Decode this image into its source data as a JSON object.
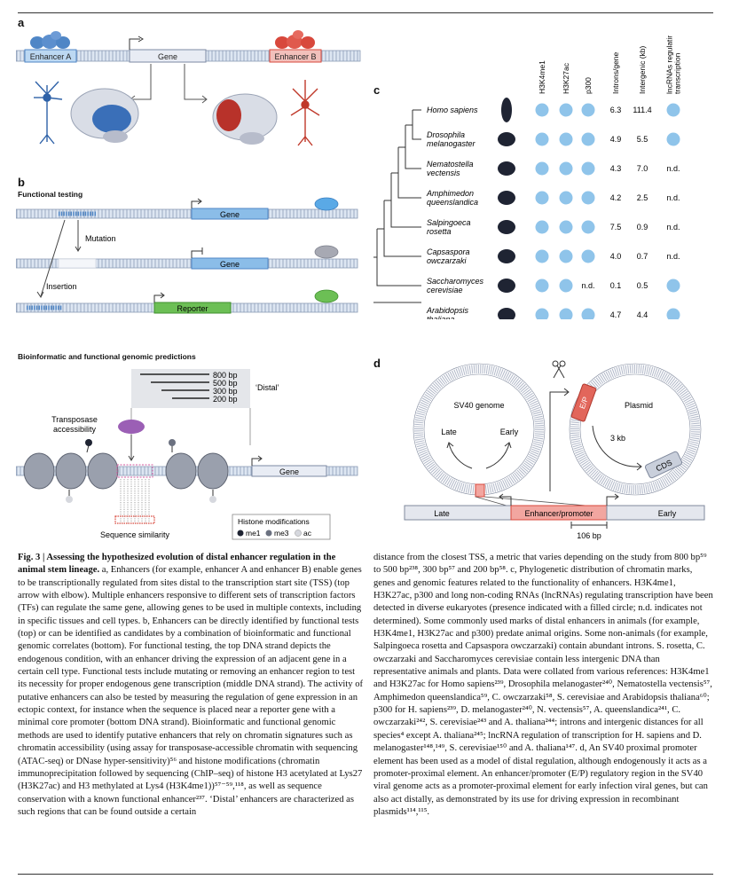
{
  "figure": {
    "panel_a": {
      "letter": "a",
      "enhancer_a": "Enhancer A",
      "gene": "Gene",
      "enhancer_b": "Enhancer B"
    },
    "panel_b": {
      "letter": "b",
      "functional_testing": "Functional testing",
      "gene_top": "Gene",
      "gene_middle": "Gene",
      "mutation": "Mutation",
      "insertion": "Insertion",
      "reporter": "Reporter",
      "bioinformatic_heading": "Bioinformatic and functional genomic predictions",
      "distances": [
        "800 bp",
        "500 bp",
        "300 bp",
        "200 bp"
      ],
      "distal": "‘Distal’",
      "transposase": "Transposase\naccessibility",
      "gene_bottom": "Gene",
      "sequence_similarity": "Sequence similarity",
      "histone_title": "Histone modifications",
      "histone_marks": [
        "me1",
        "me3",
        "ac"
      ]
    },
    "panel_c": {
      "letter": "c",
      "column_headers": [
        "H3K4me1",
        "H3K27ac",
        "p300",
        "Introns/gene",
        "Intergenic (kb)",
        "lncRNAs regulating\ntranscription"
      ],
      "species": [
        {
          "name": "Homo sapiens",
          "h3k4me1": true,
          "h3k27ac": true,
          "p300": true,
          "introns": "6.3",
          "intergenic": "111.4",
          "lncrna": true,
          "lncrna_text": ""
        },
        {
          "name": "Drosophila\nmelanogaster",
          "h3k4me1": true,
          "h3k27ac": true,
          "p300": true,
          "introns": "4.9",
          "intergenic": "5.5",
          "lncrna": true,
          "lncrna_text": ""
        },
        {
          "name": "Nematostella\nvectensis",
          "h3k4me1": true,
          "h3k27ac": true,
          "p300": true,
          "introns": "4.3",
          "intergenic": "7.0",
          "lncrna": false,
          "lncrna_text": "n.d."
        },
        {
          "name": "Amphimedon\nqueenslandica",
          "h3k4me1": true,
          "h3k27ac": true,
          "p300": true,
          "introns": "4.2",
          "intergenic": "2.5",
          "lncrna": false,
          "lncrna_text": "n.d."
        },
        {
          "name": "Salpingoeca\nrosetta",
          "h3k4me1": true,
          "h3k27ac": true,
          "p300": true,
          "introns": "7.5",
          "intergenic": "0.9",
          "lncrna": false,
          "lncrna_text": "n.d."
        },
        {
          "name": "Capsaspora\nowczarzaki",
          "h3k4me1": true,
          "h3k27ac": true,
          "p300": true,
          "introns": "4.0",
          "intergenic": "0.7",
          "lncrna": false,
          "lncrna_text": "n.d."
        },
        {
          "name": "Saccharomyces\ncerevisiae",
          "h3k4me1": true,
          "h3k27ac": true,
          "p300": false,
          "p300_text": "n.d.",
          "introns": "0.1",
          "intergenic": "0.5",
          "lncrna": true,
          "lncrna_text": ""
        },
        {
          "name": "Arabidopsis\nthaliana",
          "h3k4me1": true,
          "h3k27ac": true,
          "p300": true,
          "introns": "4.7",
          "intergenic": "4.4",
          "lncrna": true,
          "lncrna_text": ""
        }
      ]
    },
    "panel_d": {
      "letter": "d",
      "sv40_genome": "SV40 genome",
      "late": "Late",
      "early": "Early",
      "plasmid": "Plasmid",
      "ep": "E/P",
      "kb3": "3 kb",
      "cds": "CDS",
      "bar_late": "Late",
      "bar_enhancer": "Enhancer/promoter",
      "bar_early": "Early",
      "bp106": "106 bp"
    },
    "colors": {
      "blue": "#4f86c6",
      "light_blue": "#8bbde8",
      "red": "#d8483c",
      "green": "#6cbf55",
      "gray_cell": "#a7a9b3",
      "dot_blue": "#8fc4ea"
    }
  },
  "caption": {
    "title": "Fig. 3 | Assessing the hypothesized evolution of distal enhancer regulation in the animal stem lineage.",
    "left_text": " a, Enhancers (for example, enhancer A and enhancer B) enable genes to be transcriptionally regulated from sites distal to the transcription start site (TSS) (top arrow with elbow). Multiple enhancers responsive to different sets of transcription factors (TFs) can regulate the same gene, allowing genes to be used in multiple contexts, including in specific tissues and cell types. b, Enhancers can be directly identified by functional tests (top) or can be identified as candidates by a combination of bioinformatic and functional genomic correlates (bottom). For functional testing, the top DNA strand depicts the endogenous condition, with an enhancer driving the expression of an adjacent gene in a certain cell type. Functional tests include mutating or removing an enhancer region to test its necessity for proper endogenous gene transcription (middle DNA strand). The activity of putative enhancers can also be tested by measuring the regulation of gene expression in an ectopic context, for instance when the sequence is placed near a reporter gene with a minimal core promoter (bottom DNA strand). Bioinformatic and functional genomic methods are used to identify putative enhancers that rely on chromatin signatures such as chromatin accessibility (using assay for transposase-accessible chromatin with sequencing (ATAC-seq) or DNase hyper-sensitivity)⁵⁶ and histone modifications (chromatin immunoprecipitation followed by sequencing (ChIP–seq) of histone H3 acetylated at Lys27 (H3K27ac) and H3 methylated at Lys4 (H3K4me1))⁵⁷⁻⁵⁹,¹¹⁸, as well as sequence conservation with a known functional enhancer²³⁷. ‘Distal’ enhancers are characterized as such regions that can be found outside a certain",
    "right_text": "distance from the closest TSS, a metric that varies depending on the study from 800 bp⁵⁹ to 500 bp²³⁸, 300 bp⁵⁷ and 200 bp⁵⁸. c, Phylogenetic distribution of chromatin marks, genes and genomic features related to the functionality of enhancers. H3K4me1, H3K27ac, p300 and long non-coding RNAs (lncRNAs) regulating transcription have been detected in diverse eukaryotes (presence indicated with a filled circle; n.d. indicates not determined). Some commonly used marks of distal enhancers in animals (for example, H3K4me1, H3K27ac and p300) predate animal origins. Some non-animals (for example, Salpingoeca rosetta and Capsaspora owczarzaki) contain abundant introns. S. rosetta, C. owczarzaki and Saccharomyces cerevisiae contain less intergenic DNA than representative animals and plants. Data were collated from various references: H3K4me1 and H3K27ac for Homo sapiens²³⁹, Drosophila melanogaster²⁴⁰, Nematostella vectensis⁵⁷, Amphimedon queenslandica⁵⁹, C. owczarzaki⁵⁸, S. cerevisiae and Arabidopsis thaliana⁶⁰; p300 for H. sapiens²³⁹, D. melanogaster²⁴⁰, N. vectensis⁵⁷, A. queenslandica²⁴¹, C. owczarzaki²⁴², S. cerevisiae²⁴³ and A. thaliana²⁴⁴; introns and intergenic distances for all species⁴ except A. thaliana²⁴⁵; lncRNA regulation of transcription for H. sapiens and D. melanogaster¹⁴⁸,¹⁴⁹, S. cerevisiae¹⁵⁰ and A. thaliana¹⁴⁷. d, An SV40 proximal promoter element has been used as a model of distal regulation, although endogenously it acts as a promoter-proximal element. An enhancer/promoter (E/P) regulatory region in the SV40 viral genome acts as a promoter-proximal element for early infection viral genes, but can also act distally, as demonstrated by its use for driving expression in recombinant plasmids¹¹⁴,¹¹⁵."
  }
}
